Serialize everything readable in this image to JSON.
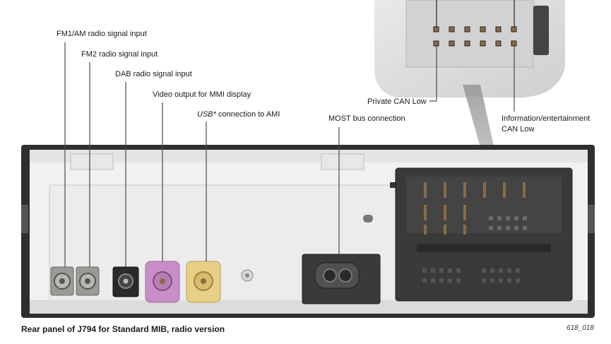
{
  "callouts": {
    "fm1": "FM1/AM radio signal input",
    "fm2": "FM2 radio signal input",
    "dab": "DAB radio signal input",
    "video": "Video output for MMI display",
    "usb_prefix": "USB*",
    "usb_rest": " connection to AMI",
    "most": "MOST bus connection",
    "private_can": "Private CAN Low",
    "info_can_1": "Information/entertainment",
    "info_can_2": "CAN Low"
  },
  "caption": "Rear panel of J794 for Standard MIB, radio version",
  "figure_id": "618_018",
  "colors": {
    "fm_connector": "#9a9a96",
    "dab_connector": "#2a2a2a",
    "video_connector": "#c98ec8",
    "usb_connector": "#e8cf86",
    "connector_block": "#3a3a3a",
    "housing": "#f2f2f2",
    "frame": "#2f2f2f",
    "leader_line": "#4a4a4a"
  }
}
